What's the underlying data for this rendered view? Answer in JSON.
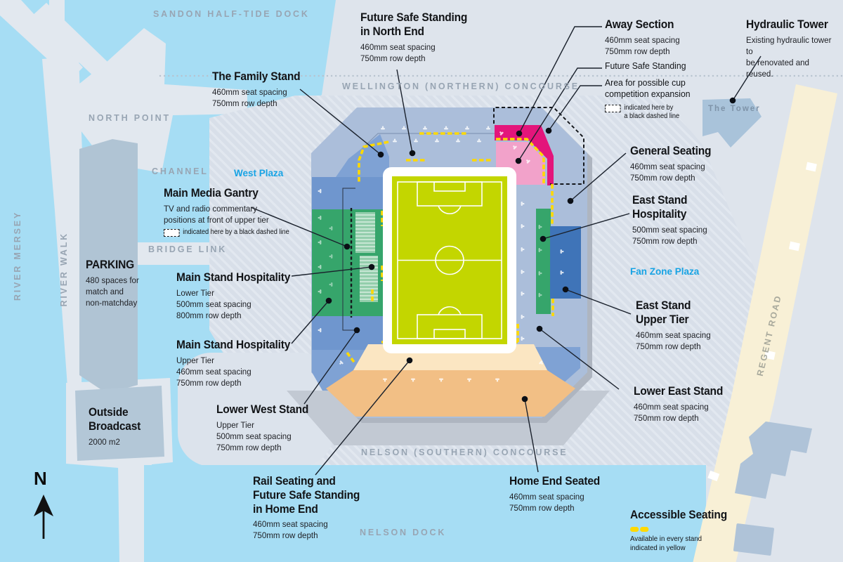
{
  "map": {
    "labels": {
      "sandon": "SANDON HALF-TIDE DOCK",
      "north_point": "NORTH POINT",
      "channel": "CHANNEL",
      "bridge_link": "BRIDGE LINK",
      "west_plaza": "West Plaza",
      "wellington": "WELLINGTON (NORTHERN) CONCOURSE",
      "nelson_concourse": "NELSON (SOUTHERN) CONCOURSE",
      "nelson_dock": "NELSON DOCK",
      "river_mersey": "RIVER MERSEY",
      "river_walk": "RIVER WALK",
      "regent_road": "REGENT ROAD",
      "the_tower": "The Tower",
      "fan_zone": "Fan Zone Plaza",
      "compass": "N"
    },
    "colors": {
      "water": "#A6DDF4",
      "land": "#DEE4EC",
      "stadium_base": "#ABBEDA",
      "hospitality_green": "#36A56B",
      "upper_tier_blue": "#3F74B8",
      "away_magenta": "#E3157B",
      "away_pink": "#F2A2CA",
      "home_end_orange": "#F2BF85",
      "home_end_cream": "#FBE6C2",
      "pitch_green": "#C3D600",
      "accessible_yellow": "#FFD900",
      "plaza_label_cyan": "#17A3E4"
    }
  },
  "annotations": {
    "fss_north": {
      "title": "Future Safe Standing\nin North End",
      "body": "460mm seat spacing\n750mm row depth"
    },
    "family_stand": {
      "title": "The Family Stand",
      "body": "460mm seat spacing\n750mm row depth"
    },
    "away_section": {
      "title": "Away Section",
      "body": "460mm seat spacing\n750mm row depth"
    },
    "future_safe_standing": {
      "title": "Future Safe Standing"
    },
    "cup_expansion": {
      "title": "Area for possible cup\ncompetition expansion",
      "note": "indicated here by\na black dashed line"
    },
    "hydraulic_tower": {
      "title": "Hydraulic Tower",
      "body": "Existing hydraulic tower to\nbe renovated and reused."
    },
    "general_seating": {
      "title": "General Seating",
      "body": "460mm seat spacing\n750mm row depth"
    },
    "east_hospitality": {
      "title": "East Stand\nHospitality",
      "body": "500mm seat spacing\n750mm row depth"
    },
    "east_upper": {
      "title": "East Stand\nUpper Tier",
      "body": "460mm seat spacing\n750mm row depth"
    },
    "lower_east": {
      "title": "Lower East Stand",
      "body": "460mm seat spacing\n750mm row depth"
    },
    "home_end": {
      "title": "Home End Seated",
      "body": "460mm seat spacing\n750mm row depth"
    },
    "accessible": {
      "title": "Accessible Seating",
      "note": "Available in every stand\nindicated in yellow"
    },
    "rail_seating": {
      "title": "Rail Seating and\nFuture Safe Standing\nin Home End",
      "body": "460mm seat spacing\n750mm row depth"
    },
    "lower_west": {
      "title": "Lower West Stand",
      "body": "Upper Tier\n500mm seat spacing\n750mm row depth"
    },
    "msh_lower": {
      "title": "Main Stand Hospitality",
      "body": "Lower Tier\n500mm seat spacing\n800mm row depth"
    },
    "msh_upper": {
      "title": "Main Stand Hospitality",
      "body": "Upper Tier\n460mm seat spacing\n750mm row depth"
    },
    "media_gantry": {
      "title": "Main Media Gantry",
      "body": "TV and radio commentary\npositions at front of upper tier",
      "note": "indicated here by a black dashed line"
    },
    "parking": {
      "title": "PARKING",
      "body": "480 spaces for\nmatch and\nnon-matchday"
    },
    "outside_broadcast": {
      "title": "Outside\nBroadcast",
      "body": "2000 m2"
    }
  }
}
